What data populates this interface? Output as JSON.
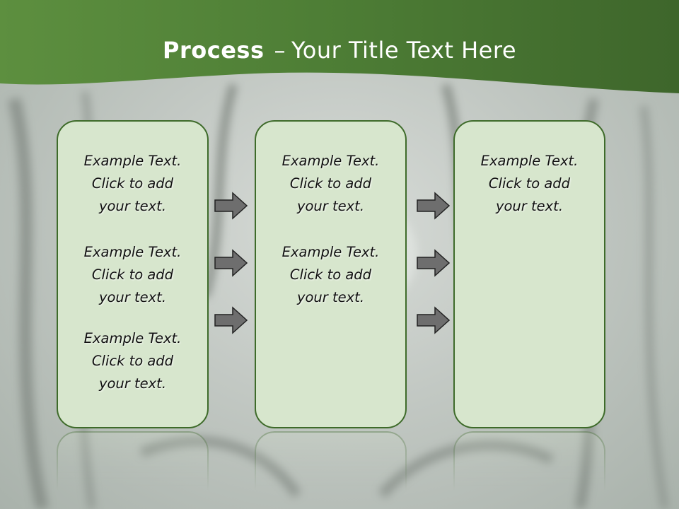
{
  "title": {
    "bold_part": "Process",
    "dash": "–",
    "rest": "Your Title Text Here"
  },
  "colors": {
    "header_green": "#4f7f35",
    "box_fill": "#d7e6cd",
    "box_border": "#3e6b2a",
    "arrow_fill": "#6e6e6e"
  },
  "columns": [
    {
      "blocks": [
        {
          "line1": "Example Text.",
          "line2": "Click  to add",
          "line3": "your text."
        },
        {
          "line1": "Example Text.",
          "line2": "Click  to add",
          "line3": "your text."
        },
        {
          "line1": "Example Text.",
          "line2": "Click  to add",
          "line3": "your text."
        }
      ]
    },
    {
      "blocks": [
        {
          "line1": "Example Text.",
          "line2": "Click  to add",
          "line3": "your text."
        },
        {
          "line1": "Example Text.",
          "line2": "Click  to add",
          "line3": "your text."
        }
      ]
    },
    {
      "blocks": [
        {
          "line1": "Example Text.",
          "line2": "Click  to add",
          "line3": "your text."
        }
      ]
    }
  ],
  "arrows": {
    "icon": "right-arrow-icon"
  }
}
